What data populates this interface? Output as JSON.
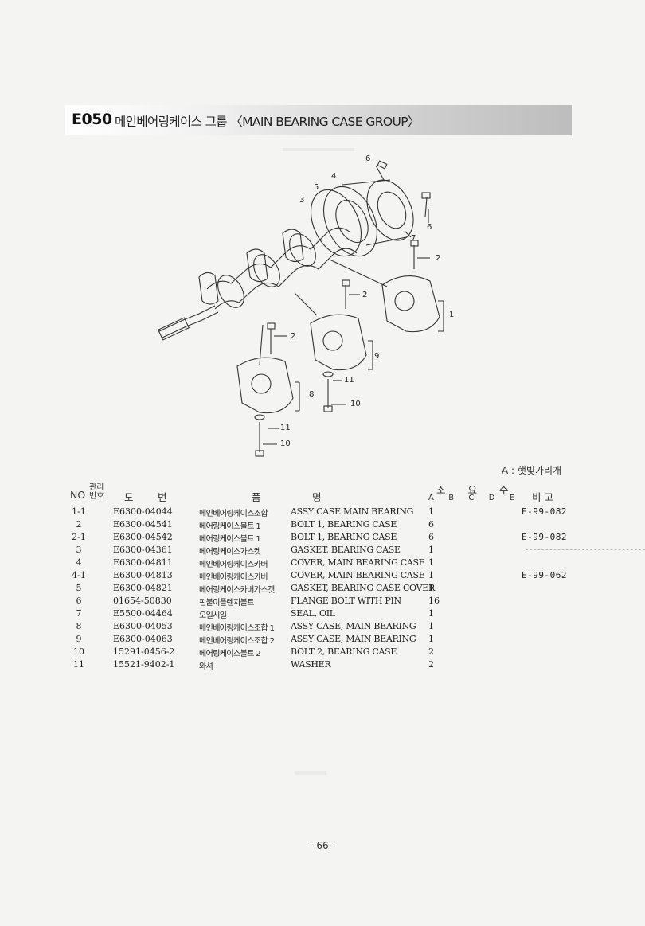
{
  "header": {
    "code": "E050",
    "title": "메인베어링케이스 그룹 〈MAIN BEARING CASE GROUP〉"
  },
  "diagram": {
    "callouts": [
      "1",
      "2",
      "2",
      "2",
      "3",
      "4",
      "5",
      "6",
      "6",
      "7",
      "8",
      "9",
      "10",
      "10",
      "11",
      "11"
    ]
  },
  "legend": "A : 햇빛가리개",
  "table": {
    "headers": {
      "no": "NO",
      "mgmt": "관리번호",
      "part_a": "도",
      "part_b": "번",
      "name_a": "품",
      "name_b": "명",
      "qty": "소 요 수",
      "qty_cols": "A  B  C  D  E",
      "remarks": "비 고"
    },
    "rows": [
      {
        "no": "1-1",
        "part": "E6300-04044",
        "kor": "메인베어링케이스조합",
        "eng": "ASSY CASE MAIN BEARING",
        "qty": "1",
        "remarks": "E-99-082"
      },
      {
        "no": "2",
        "part": "E6300-04541",
        "kor": "베어링케이스볼트 1",
        "eng": "BOLT 1, BEARING CASE",
        "qty": "6",
        "remarks": ""
      },
      {
        "no": "2-1",
        "part": "E6300-04542",
        "kor": "베어링케이스볼트 1",
        "eng": "BOLT 1, BEARING CASE",
        "qty": "6",
        "remarks": "E-99-082"
      },
      {
        "no": "3",
        "part": "E6300-04361",
        "kor": "베어링케이스가스켓",
        "eng": "GASKET, BEARING CASE",
        "qty": "1",
        "remarks": ""
      },
      {
        "no": "4",
        "part": "E6300-04811",
        "kor": "메인베어링케이스카버",
        "eng": "COVER, MAIN BEARING CASE",
        "qty": "1",
        "remarks": ""
      },
      {
        "no": "4-1",
        "part": "E6300-04813",
        "kor": "메인베어링케이스카버",
        "eng": "COVER, MAIN BEARING CASE",
        "qty": "1",
        "remarks": "E-99-062"
      },
      {
        "no": "5",
        "part": "E6300-04821",
        "kor": "베어링케이스카버가스켓",
        "eng": "GASKET, BEARING CASE COVER",
        "qty": "1",
        "remarks": ""
      },
      {
        "no": "6",
        "part": "01654-50830",
        "kor": "핀붙이플렌지볼트",
        "eng": "FLANGE BOLT WITH PIN",
        "qty": "16",
        "remarks": ""
      },
      {
        "no": "7",
        "part": "E5500-04464",
        "kor": "오일시일",
        "eng": "SEAL, OIL",
        "qty": "1",
        "remarks": ""
      },
      {
        "no": "8",
        "part": "E6300-04053",
        "kor": "메인베어링케이스조합 1",
        "eng": "ASSY CASE, MAIN BEARING",
        "qty": "1",
        "remarks": ""
      },
      {
        "no": "9",
        "part": "E6300-04063",
        "kor": "메인베어링케이스조합 2",
        "eng": "ASSY CASE, MAIN BEARING",
        "qty": "1",
        "remarks": ""
      },
      {
        "no": "10",
        "part": "15291-0456-2",
        "kor": "베어링케이스볼트 2",
        "eng": "BOLT 2, BEARING CASE",
        "qty": "2",
        "remarks": ""
      },
      {
        "no": "11",
        "part": "15521-9402-1",
        "kor": "와셔",
        "eng": "WASHER",
        "qty": "2",
        "remarks": ""
      }
    ]
  },
  "page_number": "- 66 -"
}
